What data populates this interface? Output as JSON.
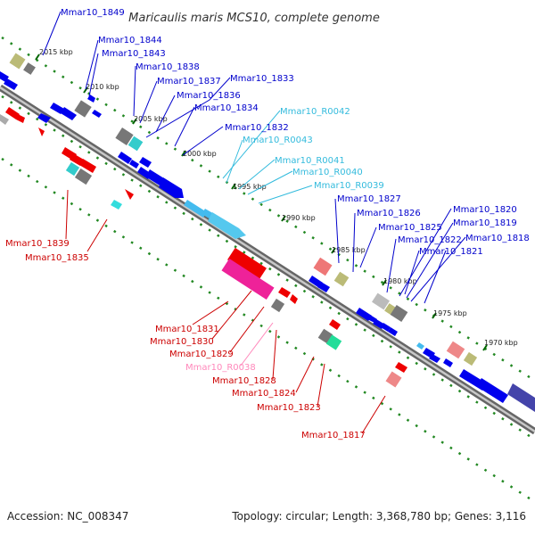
{
  "title": "Maricaulis maris MCS10, complete genome",
  "footer": {
    "accession": "Accession: NC_008347",
    "topology": "Topology: circular; Length: 3,368,780 bp; Genes: 3,116"
  },
  "ticks": [
    "2015 kbp",
    "2010 kbp",
    "2005 kbp",
    "2000 kbp",
    "1995 kbp",
    "1990 kbp",
    "1985 kbp",
    "1980 kbp",
    "1975 kbp",
    "1970 kbp"
  ],
  "labels_blue": [
    "Mmar10_1849",
    "Mmar10_1844",
    "Mmar10_1843",
    "Mmar10_1838",
    "Mmar10_1837",
    "Mmar10_1833",
    "Mmar10_1836",
    "Mmar10_1834",
    "Mmar10_1832",
    "Mmar10_1827",
    "Mmar10_1826",
    "Mmar10_1825",
    "Mmar10_1822",
    "Mmar10_1821",
    "Mmar10_1820",
    "Mmar10_1819",
    "Mmar10_1818"
  ],
  "labels_cyan": [
    "Mmar10_R0042",
    "Mmar10_R0043",
    "Mmar10_R0041",
    "Mmar10_R0040",
    "Mmar10_R0039"
  ],
  "labels_red": [
    "Mmar10_1839",
    "Mmar10_1835",
    "Mmar10_1831",
    "Mmar10_1830",
    "Mmar10_1829",
    "Mmar10_1828",
    "Mmar10_1824",
    "Mmar10_1823",
    "Mmar10_1817"
  ],
  "labels_pink": [
    "Mmar10_R0038"
  ],
  "colors": {
    "cds": "#0000ee",
    "rna": "#44ccee",
    "cds_rev": "#ee0000",
    "rna_rev": "#ff99cc",
    "pseudo": "#888888",
    "other": "#bbbb77",
    "tick": "#228822",
    "backbone": "#888888"
  }
}
